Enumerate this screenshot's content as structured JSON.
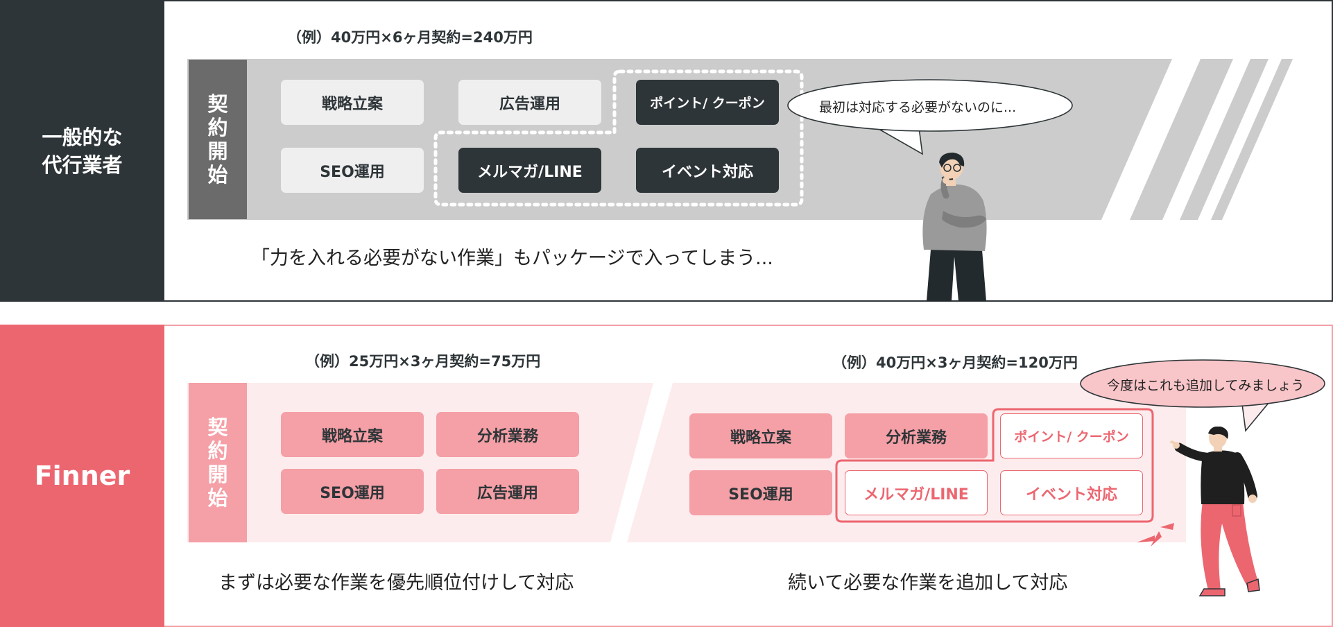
{
  "general": {
    "side_label_line1": "一般的な",
    "side_label_line2": "代行業者",
    "example": "（例）40万円×6ヶ月契約=240万円",
    "contract_start_chars": [
      "契",
      "約",
      "開",
      "始"
    ],
    "tasks": [
      "戦略立案",
      "広告運用",
      "ポイント/ クーポン",
      "SEO運用",
      "メルマガ/LINE",
      "イベント対応"
    ],
    "speech": "最初は対応する必要がないのに...",
    "footer": "「力を入れる必要がない作業」もパッケージで入ってしまう..."
  },
  "finner": {
    "side_label": "Finner",
    "example_1": "（例）25万円×3ヶ月契約=75万円",
    "example_2": "（例）40万円×3ヶ月契約=120万円",
    "contract_start_chars": [
      "契",
      "約",
      "開",
      "始"
    ],
    "phase1_tasks": [
      "戦略立案",
      "分析業務",
      "SEO運用",
      "広告運用"
    ],
    "phase2_tasks": [
      "戦略立案",
      "分析業務",
      "ポイント/ クーポン",
      "SEO運用",
      "メルマガ/LINE",
      "イベント対応"
    ],
    "speech": "今度はこれも追加してみましょう",
    "footer_1": "まずは必要な作業を優先順位付けして対応",
    "footer_2": "続いて必要な作業を追加して対応"
  },
  "colors": {
    "dark": "#2e3538",
    "gray_band": "#cccccc",
    "pink": "#ec6670",
    "pink_light": "#fdeced",
    "pink_chip": "#f59fa6"
  }
}
